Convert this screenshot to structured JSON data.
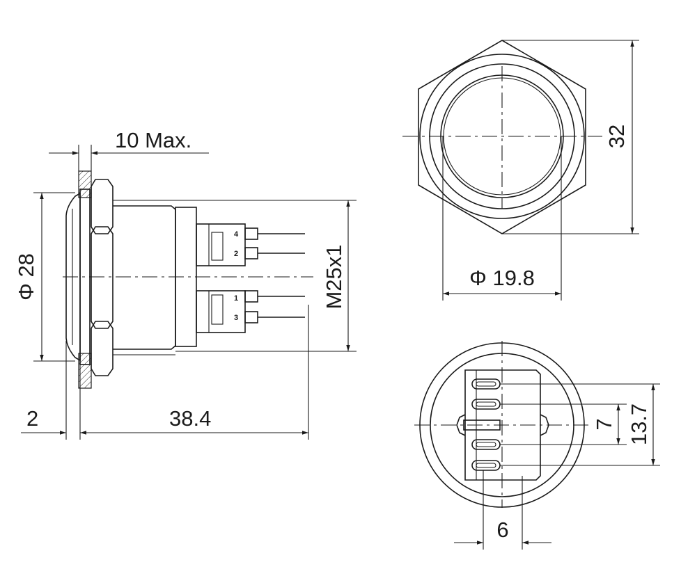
{
  "dimensions": {
    "flange_thickness": "2",
    "overall_length": "38.4",
    "max_behind_panel": "10 Max.",
    "bezel_diameter": "Φ 28",
    "thread": "M25x1",
    "across_flats": "32",
    "lens_diameter": "Φ 19.8",
    "terminal_gap": "7",
    "terminal_span": "13.7",
    "terminal_width": "6"
  },
  "terminal_labels": [
    "4",
    "2",
    "1",
    "3"
  ],
  "colors": {
    "line": "#1a1a1a",
    "background": "#ffffff"
  }
}
